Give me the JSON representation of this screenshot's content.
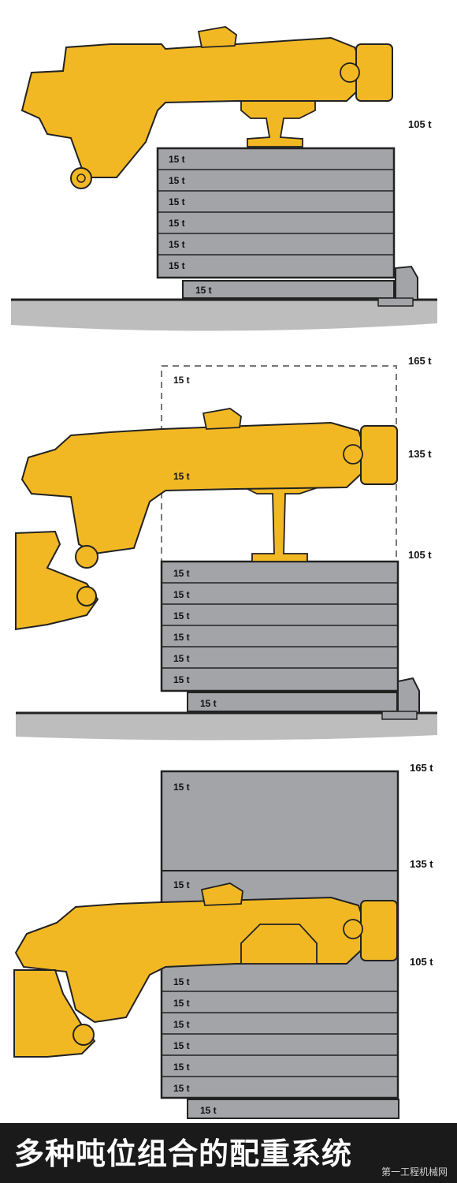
{
  "panels": [
    {
      "weights": [
        "105 t"
      ],
      "upper_blocks": [],
      "stack_blocks": [
        "15 t",
        "15 t",
        "15 t",
        "15 t",
        "15 t",
        "15 t"
      ],
      "base_block": "15 t"
    },
    {
      "weights": [
        "165 t",
        "135 t",
        "105 t"
      ],
      "upper_blocks": [
        "15 t",
        "15 t"
      ],
      "stack_blocks": [
        "15 t",
        "15 t",
        "15 t",
        "15 t",
        "15 t",
        "15 t"
      ],
      "base_block": "15 t"
    },
    {
      "weights": [
        "165 t",
        "135 t",
        "105 t"
      ],
      "upper_blocks": [
        "15 t",
        "15 t"
      ],
      "stack_blocks": [
        "15 t",
        "15 t",
        "15 t",
        "15 t",
        "15 t",
        "15 t"
      ],
      "base_block": "15 t"
    }
  ],
  "caption": "多种吨位组合的配重系统",
  "watermark": "第一工程机械网",
  "colors": {
    "machine": "#f2b824",
    "counterweight": "#a3a4a8",
    "ground": "#bdbdbd",
    "caption_bg": "#1a1a1a"
  }
}
